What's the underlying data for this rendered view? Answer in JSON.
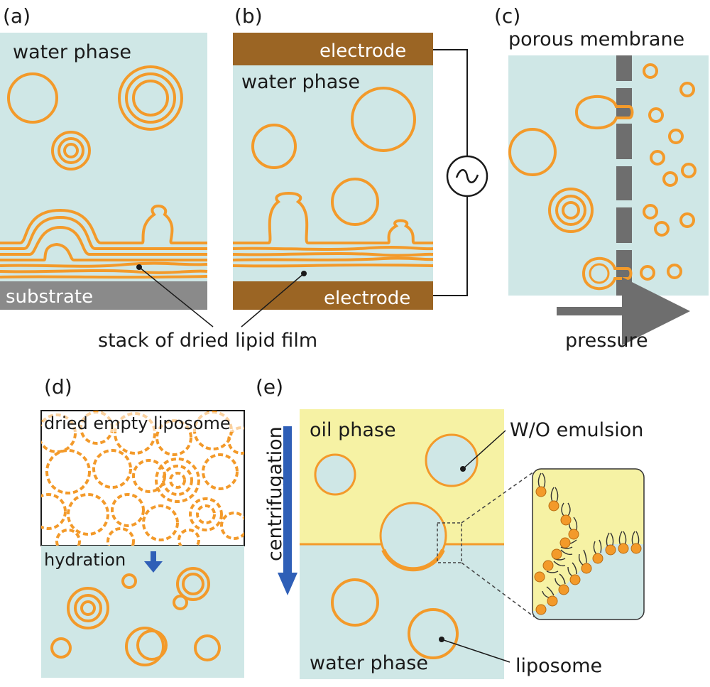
{
  "panels": {
    "a": {
      "letter": "(a)",
      "water": "water phase",
      "substrate": "substrate"
    },
    "b": {
      "letter": "(b)",
      "electrode_top": "electrode",
      "water": "water phase",
      "electrode_bottom": "electrode"
    },
    "c": {
      "letter": "(c)",
      "membrane": "porous membrane",
      "pressure": "pressure"
    },
    "d": {
      "letter": "(d)",
      "dried": "dried empty liposome",
      "hydration": "hydration"
    },
    "e": {
      "letter": "(e)",
      "oil": "oil phase",
      "emulsion": "W/O emulsion",
      "centrifugation": "centrifugation",
      "water": "water phase",
      "liposome": "liposome"
    }
  },
  "shared": {
    "lipid_film": "stack of dried lipid film"
  },
  "colors": {
    "water": "#cfe7e6",
    "oil": "#f6f2a4",
    "lipid": "#f39a2a",
    "electrode": "#9b6524",
    "substrate": "#8a8a8a",
    "membrane": "#6e6e6e",
    "arrow_blue": "#2f5fb7"
  }
}
